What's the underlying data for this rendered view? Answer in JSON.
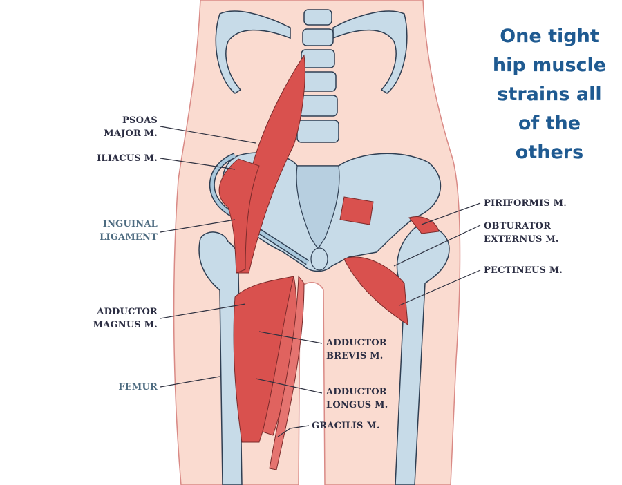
{
  "headline": {
    "lines": [
      "One tight",
      "hip muscle",
      "strains all",
      "of the",
      "others"
    ]
  },
  "labels": {
    "psoas": [
      "PSOAS",
      "MAJOR M."
    ],
    "iliacus": "ILIACUS M.",
    "inguinal": [
      "INGUINAL",
      "LIGAMENT"
    ],
    "adductor_magnus": [
      "ADDUCTOR",
      "MAGNUS M."
    ],
    "femur": "FEMUR",
    "piriformis": "PIRIFORMIS M.",
    "obturator": [
      "OBTURATOR",
      "EXTERNUS M."
    ],
    "pectineus": "PECTINEUS M.",
    "adductor_brevis": [
      "ADDUCTOR",
      "BREVIS M."
    ],
    "adductor_longus": [
      "ADDUCTOR",
      "LONGUS M."
    ],
    "gracilis": "GRACILIS M."
  },
  "colors": {
    "skin": "#fadbd0",
    "bone": "#c7dbe8",
    "muscle": "#d9514e",
    "headline": "#1f5a91"
  }
}
